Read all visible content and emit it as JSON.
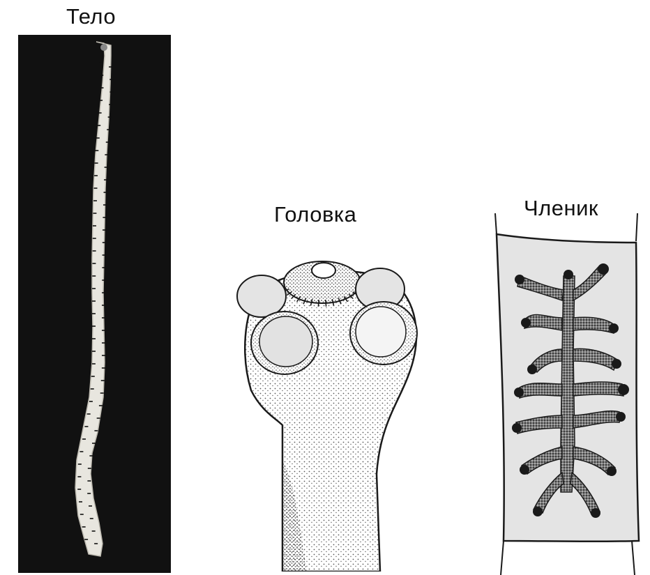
{
  "labels": {
    "body": "Тело",
    "head": "Головка",
    "segment": "Членик"
  },
  "colors": {
    "background": "#ffffff",
    "photo_background": "#111111",
    "specimen": "#e8e6df",
    "ink": "#1a1a1a",
    "segment_fill": "#e4e4e4"
  }
}
